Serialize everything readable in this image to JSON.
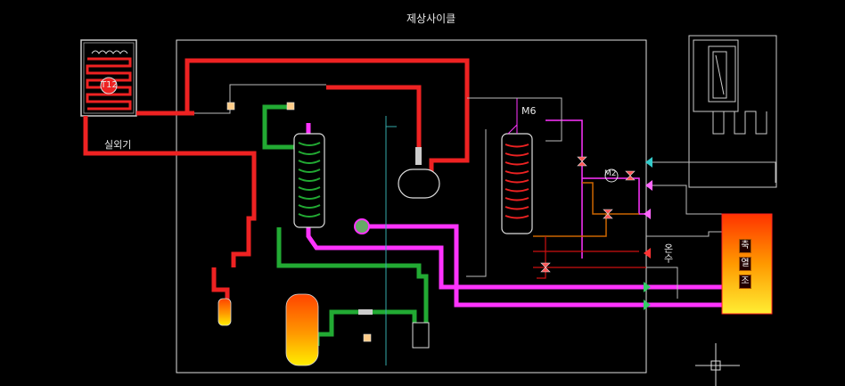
{
  "title": "제상사이클",
  "labels": {
    "outdoor_unit": "실외기",
    "valve_m6": "M6",
    "hot_water": "온수",
    "t12": "T12",
    "m2": "M2",
    "temp_bar_1": "축",
    "temp_bar_2": "열",
    "temp_bar_3": "조"
  },
  "colors": {
    "hot_gas": "#ee2222",
    "liquid": "#22aa33",
    "water": "#ff33ff",
    "frame": "#dddddd",
    "thin": "#bbbbbb",
    "tank": "#ffcc00"
  }
}
